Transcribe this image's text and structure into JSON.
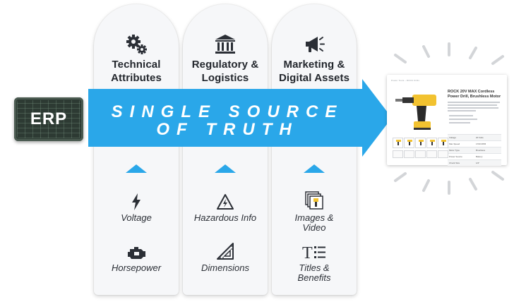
{
  "erp": {
    "label": "ERP"
  },
  "arrow": {
    "line1": "SINGLE SOURCE",
    "line2": "OF TRUTH"
  },
  "columns": [
    {
      "icon": "gears-icon",
      "title": [
        "Technical",
        "Attributes"
      ],
      "items": [
        {
          "icon": "lightning-icon",
          "label": [
            "Voltage"
          ]
        },
        {
          "icon": "engine-icon",
          "label": [
            "Horsepower"
          ]
        }
      ]
    },
    {
      "icon": "bank-building-icon",
      "title": [
        "Regulatory &",
        "Logistics"
      ],
      "items": [
        {
          "icon": "hazard-warning-icon",
          "label": [
            "Hazardous Info"
          ]
        },
        {
          "icon": "set-square-ruler-icon",
          "label": [
            "Dimensions"
          ]
        }
      ]
    },
    {
      "icon": "megaphone-icon",
      "title": [
        "Marketing &",
        "Digital Assets"
      ],
      "items": [
        {
          "icon": "image-gallery-icon",
          "label": [
            "Images &",
            "Video"
          ]
        },
        {
          "icon": "text-list-icon",
          "label": [
            "Titles &",
            "Benefits"
          ]
        }
      ]
    }
  ],
  "product_card": {
    "breadcrumb": "Power Tools  ›  ROCK Drills",
    "title": [
      "ROCK 20V MAX Cordless",
      "Power Drill, Brushless Motor"
    ],
    "specs": [
      {
        "k": "Voltage",
        "v": "20 Volts"
      },
      {
        "k": "Max Speed",
        "v": "1700 RPM"
      },
      {
        "k": "Motor Type",
        "v": "Brushless"
      },
      {
        "k": "Power Source",
        "v": "Battery"
      },
      {
        "k": "Chuck Size",
        "v": "1/2\""
      }
    ]
  },
  "colors": {
    "arrow": "#2aa7e9",
    "pill": "#f6f7f9",
    "erp": "#2d3a33",
    "drill_yellow": "#f2c230"
  }
}
